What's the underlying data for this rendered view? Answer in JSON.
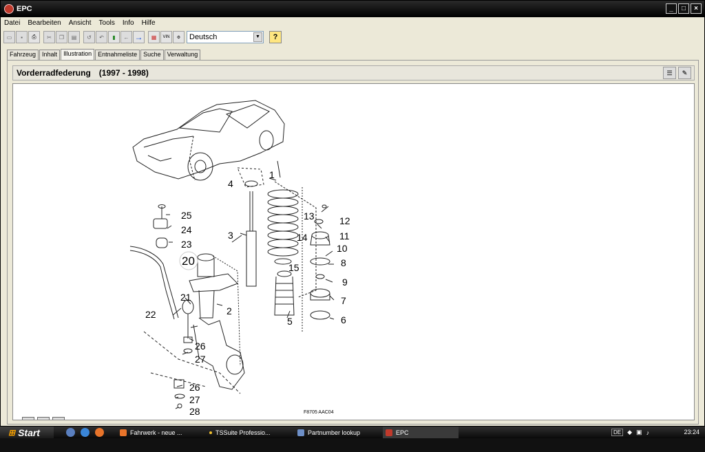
{
  "window": {
    "title": "EPC"
  },
  "menu": [
    "Datei",
    "Bearbeiten",
    "Ansicht",
    "Tools",
    "Info",
    "Hilfe"
  ],
  "toolbar": {
    "language": "Deutsch",
    "vin_label": "VIN",
    "help_label": "?"
  },
  "tabs": [
    "Fahrzeug",
    "Inhalt",
    "Illustration",
    "Entnahmeliste",
    "Suche",
    "Verwaltung"
  ],
  "active_tab": "Illustration",
  "header": {
    "title": "Vorderradfederung",
    "years": "(1997 - 1998)"
  },
  "illustration": {
    "code": "F8705 AAC04",
    "callouts": [
      "1",
      "2",
      "3",
      "4",
      "5",
      "6",
      "7",
      "8",
      "9",
      "10",
      "11",
      "12",
      "13",
      "14",
      "15",
      "20",
      "21",
      "22",
      "23",
      "24",
      "25",
      "26",
      "27",
      "26",
      "27",
      "28"
    ]
  },
  "taskbar": {
    "start": "Start",
    "tasks": [
      {
        "label": "Fahrwerk - neue ...",
        "color": "#e8742a"
      },
      {
        "label": "TSSuite Professio...",
        "color": "#f2c12e"
      },
      {
        "label": "Partnumber lookup",
        "color": "#6d8fc7"
      },
      {
        "label": "EPC",
        "color": "#c0392b"
      }
    ],
    "lang": "DE",
    "clock": "23:24"
  }
}
